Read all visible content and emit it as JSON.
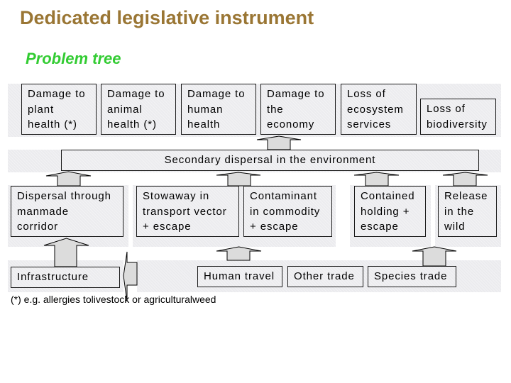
{
  "header": {
    "title": "Dedicated legislative instrument",
    "subtitle": "Problem tree"
  },
  "theme": {
    "title_color": "#9A7634",
    "subtitle_color": "#33CC33",
    "band_color": "#EBEBEE",
    "box_color": "#ECECEF",
    "arrow_color": "#DCDCDC"
  },
  "impacts": [
    {
      "lines": [
        "Damage to",
        "plant",
        "health (*)"
      ]
    },
    {
      "lines": [
        "Damage to",
        "animal",
        "health (*)"
      ]
    },
    {
      "lines": [
        "Damage to",
        "human",
        "health"
      ]
    },
    {
      "lines": [
        "Damage to",
        "the",
        "economy"
      ]
    },
    {
      "lines": [
        "Loss of",
        "ecosystem",
        "services"
      ]
    },
    {
      "lines": [
        "Loss of",
        "biodiversity"
      ]
    }
  ],
  "secondary_dispersal": {
    "label": "Secondary dispersal in the environment"
  },
  "pathways": [
    {
      "lines": [
        "Dispersal through",
        "manmade",
        "corridor"
      ]
    },
    {
      "lines": [
        "Stowaway in",
        "transport vector",
        "+ escape"
      ]
    },
    {
      "lines": [
        "Contaminant",
        "in commodity",
        "+ escape"
      ]
    },
    {
      "lines": [
        "Contained",
        "holding +",
        "escape"
      ]
    },
    {
      "lines": [
        "Release",
        "in the",
        "wild"
      ]
    }
  ],
  "drivers": [
    {
      "label": "Infrastructure"
    },
    {
      "label": "Human travel"
    },
    {
      "label": "Other trade"
    },
    {
      "label": "Species trade"
    }
  ],
  "footnote": "(*) e.g. allergies tolivestock or agriculturalweed"
}
